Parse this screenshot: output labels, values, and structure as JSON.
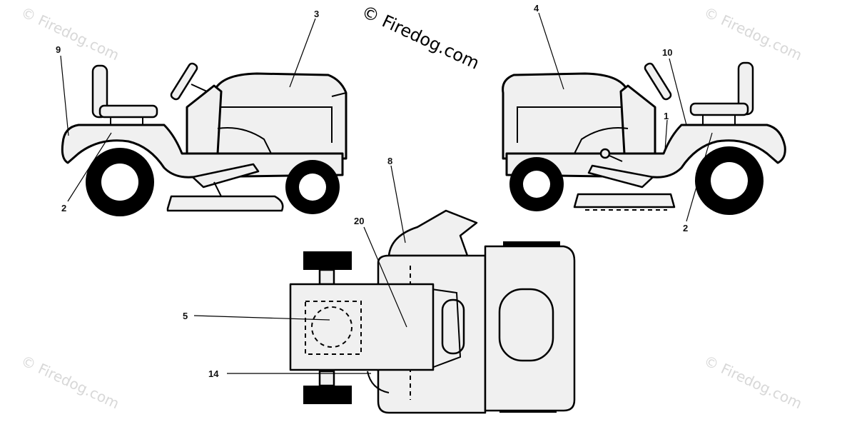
{
  "watermark": {
    "main": "© Firedog.com",
    "faint": "© Firedog.com"
  },
  "callouts": {
    "c1": "1",
    "c2_left": "2",
    "c2_right": "2",
    "c3": "3",
    "c4": "4",
    "c5": "5",
    "c8": "8",
    "c9": "9",
    "c10": "10",
    "c14": "14",
    "c20": "20"
  },
  "colors": {
    "ink": "#000000",
    "panel": "#f0f0f0",
    "watermark_faint": "#d8d8d8"
  }
}
